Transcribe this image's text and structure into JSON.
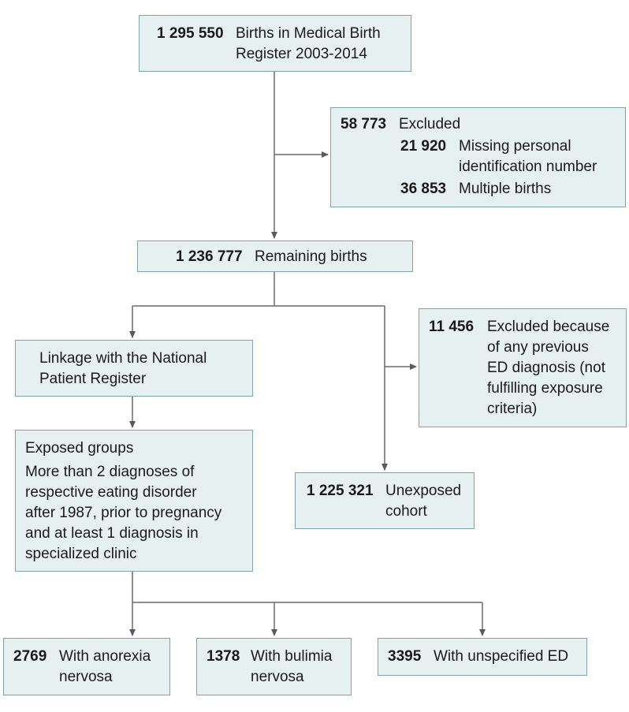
{
  "total_births": {
    "count": "1 295 550",
    "label_line1": "Births in Medical Birth",
    "label_line2": "Register 2003-2014"
  },
  "excluded_first": {
    "count": "58 773",
    "label": "Excluded",
    "items": [
      {
        "count": "21 920",
        "label_line1": "Missing personal",
        "label_line2": "identification number"
      },
      {
        "count": "36 853",
        "label_line1": "Multiple births"
      }
    ]
  },
  "remaining": {
    "count": "1 236 777",
    "label": "Remaining births"
  },
  "linkage": {
    "line1": "Linkage with the National",
    "line2": "Patient Register"
  },
  "excluded_previous": {
    "count": "11 456",
    "lines": [
      "Excluded because",
      "of any previous",
      "ED diagnosis (not",
      "fulfilling exposure",
      "criteria)"
    ]
  },
  "exposed": {
    "title": "Exposed groups",
    "lines": [
      "More than 2 diagnoses of",
      "respective eating disorder",
      "after 1987, prior to pregnancy",
      "and at least 1 diagnosis in",
      "specialized clinic"
    ]
  },
  "unexposed": {
    "count": "1 225 321",
    "line1": "Unexposed",
    "line2": "cohort"
  },
  "groups": [
    {
      "count": "2769",
      "line1": "With anorexia",
      "line2": "nervosa"
    },
    {
      "count": "1378",
      "line1": "With bulimia",
      "line2": "nervosa"
    },
    {
      "count": "3395",
      "line1": "With unspecified ED"
    }
  ]
}
